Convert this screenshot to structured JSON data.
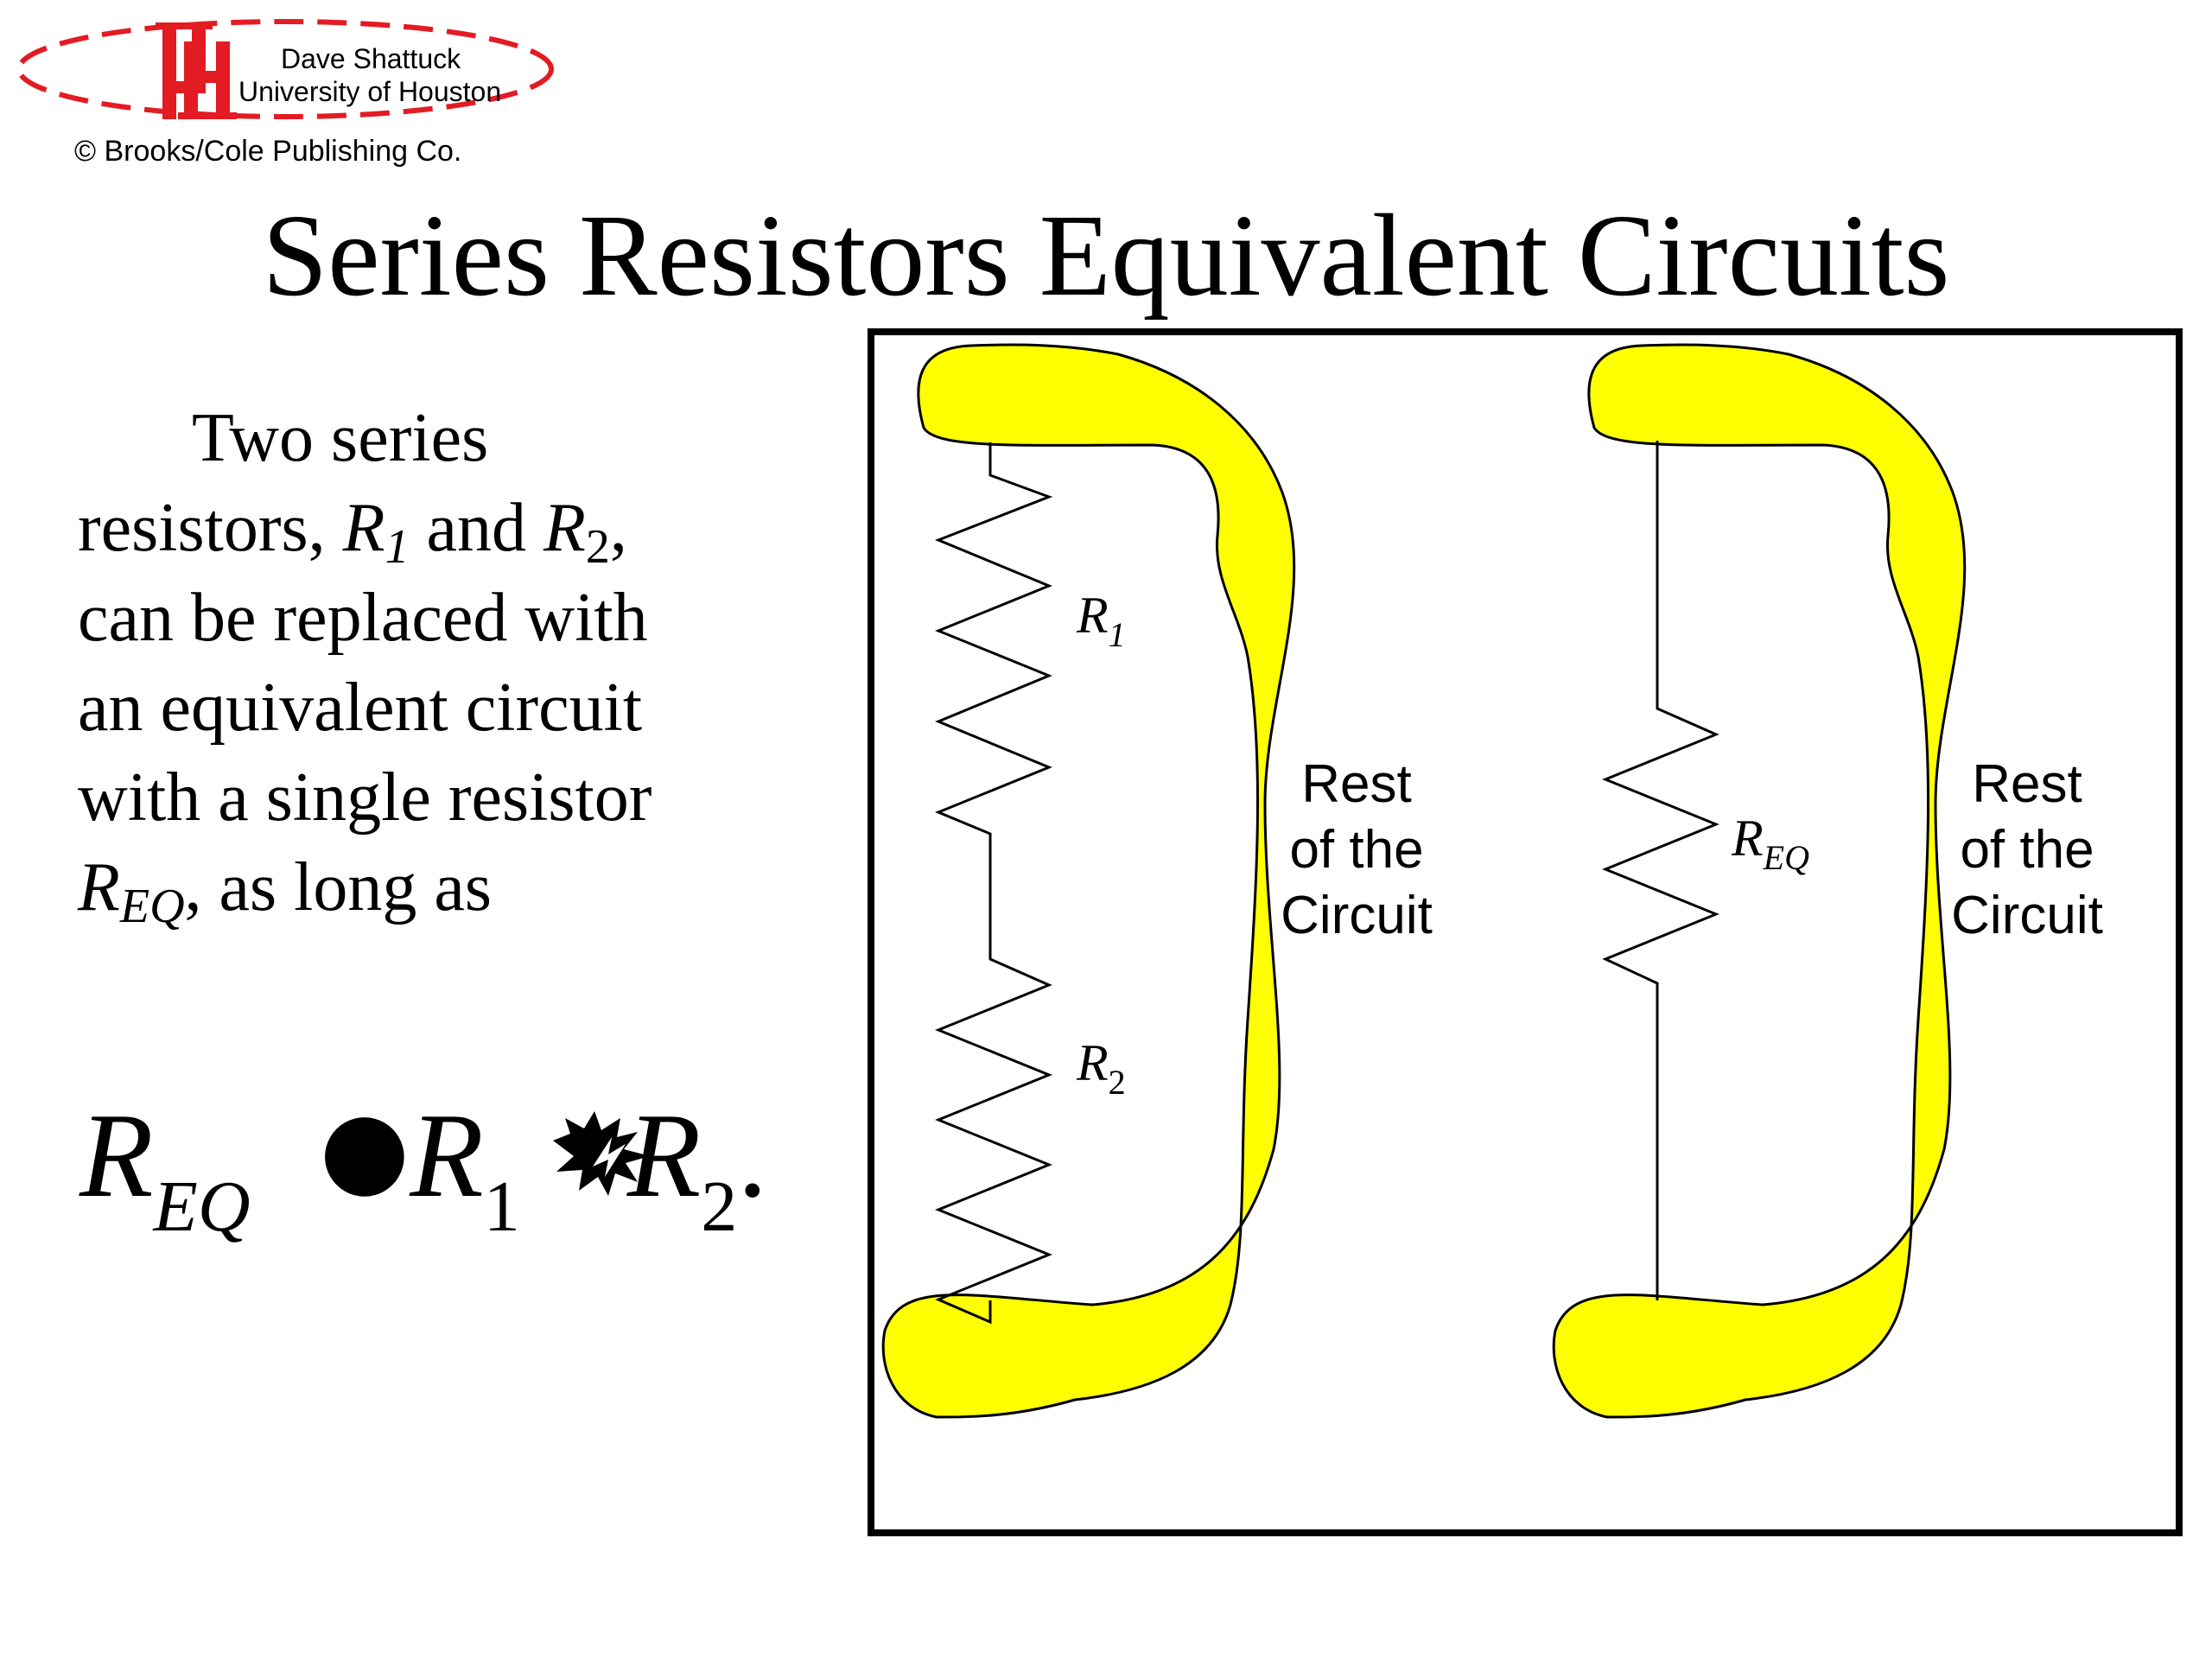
{
  "logo": {
    "icon": "uh-logo-icon",
    "author": "Dave Shattuck",
    "institution": "University of Houston",
    "accent_color": "#e31b23",
    "emblem_text": "UH"
  },
  "copyright": "© Brooks/Cole Publishing Co.",
  "title": "Series Resistors Equivalent Circuits",
  "body": {
    "line1": "Two series",
    "line2_pre": "resistors, ",
    "r1_sym": "R",
    "r1_sub": "1",
    "line2_mid": " and ",
    "r2_sym": "R",
    "r2_sub": "2",
    "line2_post": ",",
    "line3": "can be replaced with",
    "line4": "an equivalent circuit",
    "line5": "with a single resistor",
    "req_sym": "R",
    "req_sub": "EQ",
    "line6_post": ", as long as"
  },
  "equation": {
    "lhs_sym": "R",
    "lhs_sub": "EQ",
    "equals_glyph": "●",
    "t1_sym": "R",
    "t1_sub": "1",
    "plus_glyph_icon": "garbled-plus-icon",
    "t2_sym": "R",
    "t2_sub": "2",
    "end": "."
  },
  "diagram": {
    "blob_color": "#ffff00",
    "left": {
      "r1_sym": "R",
      "r1_sub": "1",
      "r2_sym": "R",
      "r2_sub": "2",
      "rest_line1": "Rest",
      "rest_line2": "of the",
      "rest_line3": "Circuit"
    },
    "right": {
      "req_sym": "R",
      "req_sub": "EQ",
      "rest_line1": "Rest",
      "rest_line2": "of the",
      "rest_line3": "Circuit"
    }
  }
}
